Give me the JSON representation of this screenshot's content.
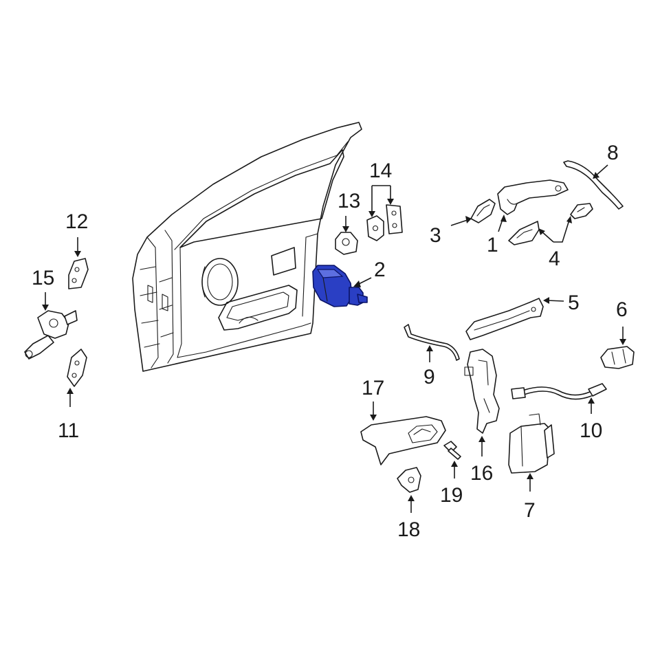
{
  "callouts": [
    {
      "id": "1",
      "text": "1"
    },
    {
      "id": "2",
      "text": "2",
      "highlighted": true
    },
    {
      "id": "3",
      "text": "3"
    },
    {
      "id": "4",
      "text": "4"
    },
    {
      "id": "5",
      "text": "5"
    },
    {
      "id": "6",
      "text": "6"
    },
    {
      "id": "7",
      "text": "7"
    },
    {
      "id": "8",
      "text": "8"
    },
    {
      "id": "9",
      "text": "9"
    },
    {
      "id": "10",
      "text": "10"
    },
    {
      "id": "11",
      "text": "11"
    },
    {
      "id": "12",
      "text": "12"
    },
    {
      "id": "13",
      "text": "13"
    },
    {
      "id": "14",
      "text": "14"
    },
    {
      "id": "15",
      "text": "15"
    },
    {
      "id": "16",
      "text": "16"
    },
    {
      "id": "17",
      "text": "17"
    },
    {
      "id": "18",
      "text": "18"
    },
    {
      "id": "19",
      "text": "19"
    }
  ],
  "colors": {
    "highlight": "#2a3fc4",
    "line": "#1a1a1a",
    "background": "#ffffff"
  }
}
